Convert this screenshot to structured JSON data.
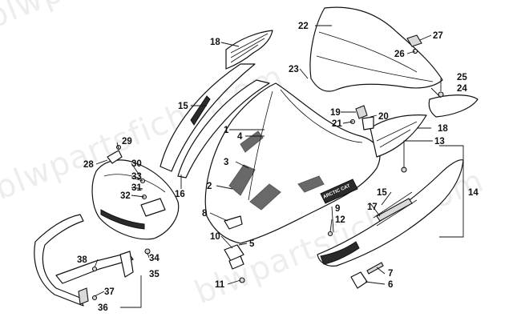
{
  "watermark": {
    "line1": "blwpartsfiche.com",
    "line2": "blwpartsfiche.com",
    "line3": "blwpartsfiche.com"
  },
  "badge_text": "ARCTIC CAT",
  "callouts": [
    "1",
    "2",
    "3",
    "4",
    "5",
    "6",
    "7",
    "8",
    "9",
    "10",
    "11",
    "12",
    "13",
    "14",
    "15",
    "16",
    "17",
    "18",
    "19",
    "20",
    "21",
    "22",
    "23",
    "24",
    "25",
    "26",
    "27",
    "28",
    "29",
    "30",
    "31",
    "32",
    "33",
    "34",
    "35",
    "36",
    "37",
    "38"
  ]
}
